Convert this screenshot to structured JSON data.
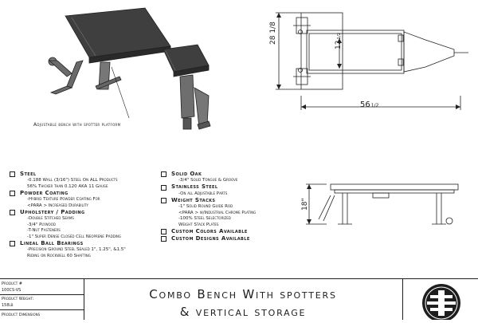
{
  "drawing": {
    "callout": "Adjustable bench with spotter platform",
    "dims": {
      "height_top": "28 1/8",
      "width_inner_whole": "12",
      "width_inner_frac": "1/2",
      "length_whole": "56",
      "length_frac": "1/2",
      "side_height": "18\""
    }
  },
  "specs": {
    "left": [
      {
        "title": "Steel",
        "items": [
          "-0.188 Wall (3/16\") Steel On ALL Products",
          "56% Thicker than 0.120 AKA 11 Gauge"
        ]
      },
      {
        "title": "Powder Coating",
        "items": [
          "-Hybrid Texture Powder Coating For",
          "<PARA > Increased Durability"
        ]
      },
      {
        "title": "Upholstery / Padding",
        "items": [
          "-Double Stitched Seams",
          "-3/4\" Plywood",
          "-T-Nut Fasteners",
          "-1\" Super Dense Closed Cell Neoprene Padding"
        ]
      },
      {
        "title": "Lineal Ball Bearings",
        "items": [
          "-Precision Ground Steel Sealed 1\", 1.25\", &1.5\"",
          "Riding on Rockwell 60 Shafting"
        ]
      }
    ],
    "right": [
      {
        "title": "Solid Oak",
        "items": [
          "-3/4\" Solid Tongue & Groove"
        ]
      },
      {
        "title": "Stainless Steel",
        "items": [
          "-On all Adjustable Parts"
        ]
      },
      {
        "title": "Weight Stacks",
        "items": [
          "-1\" Solid Round Guide Rod",
          "<PARA > w/Industrial Chrome Plating",
          "-100% Steel Selectorized",
          "Weight Stack Plates"
        ]
      },
      {
        "title": "Custom Colors Available",
        "items": []
      },
      {
        "title": "Custom Designs Available",
        "items": []
      }
    ]
  },
  "titleblock": {
    "product_label": "Product #",
    "product_value": "100CS-VS",
    "weight_label": "Product Weight:",
    "weight_value": "158lb",
    "extra_label": "Product Dimensions",
    "title_line1": "Combo Bench With spotters",
    "title_line2": "& vertical storage"
  }
}
